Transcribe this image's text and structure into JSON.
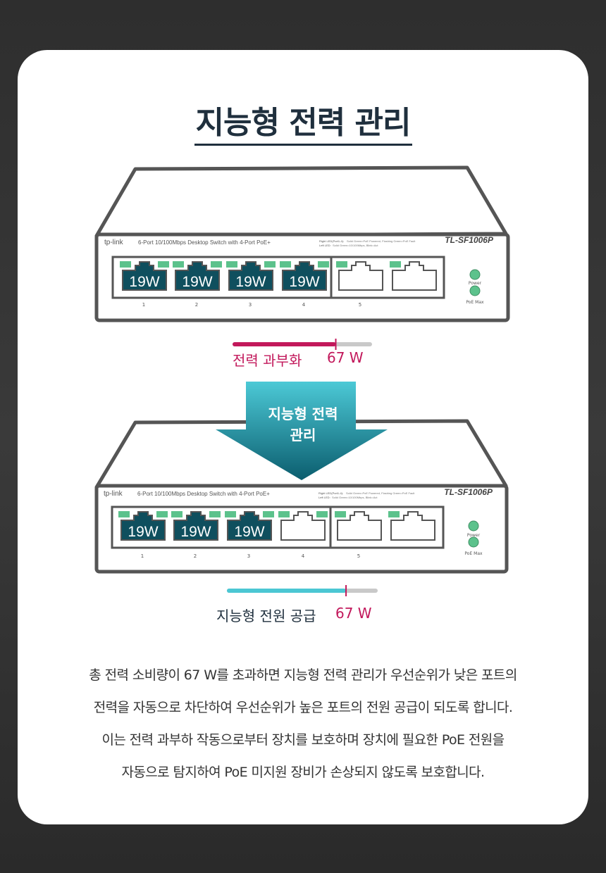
{
  "title": "지능형 전력 관리",
  "switch": {
    "brand": "tp-link",
    "description": "6-Port 10/100Mbps Desktop Switch with 4-Port PoE+",
    "model": "TL-SF1006P",
    "led_right_label": "Right LED(Port1-4):",
    "led_right_desc": "Solid Green=PoE Powered, Flashing Green=PoE Fault",
    "led_left_label": "Left LED:",
    "led_left_desc": "Solid Green=10/100Mbps, Blink=Act",
    "power_label": "Power",
    "poe_max_label": "PoE Max",
    "port_numbers": [
      "1",
      "2",
      "3",
      "4",
      "5"
    ]
  },
  "before": {
    "port_loads": [
      "19W",
      "19W",
      "19W",
      "19W"
    ],
    "bar_label": "전력 과부화",
    "bar_value": "67 W",
    "bar_fill_fraction": 0.74
  },
  "arrow": {
    "line1": "지능형 전력",
    "line2": "관리"
  },
  "after": {
    "port_loads": [
      "19W",
      "19W",
      "19W"
    ],
    "bar_label": "지능형 전원 공급",
    "bar_value": "67 W",
    "bar_fill_fraction": 0.79
  },
  "description": [
    "총 전력 소비량이 67 W를 초과하면 지능형 전력 관리가 우선순위가 낮은 포트의",
    "전력을 자동으로 차단하여 우선순위가 높은 포트의 전원 공급이 되도록 합니다.",
    "이는 전력 과부하 작동으로부터 장치를 보호하며 장치에 필요한 PoE 전원을",
    "자동으로 탐지하여 PoE 미지원 장비가 손상되지 않도록 보호합니다."
  ],
  "colors": {
    "overload": "#c2185b",
    "smart": "#4bc7d3",
    "port_fill": "#0f4f5e",
    "led_green": "#5cc28c",
    "arrow_top": "#4cc9d6",
    "arrow_bottom": "#0b5d6e"
  }
}
